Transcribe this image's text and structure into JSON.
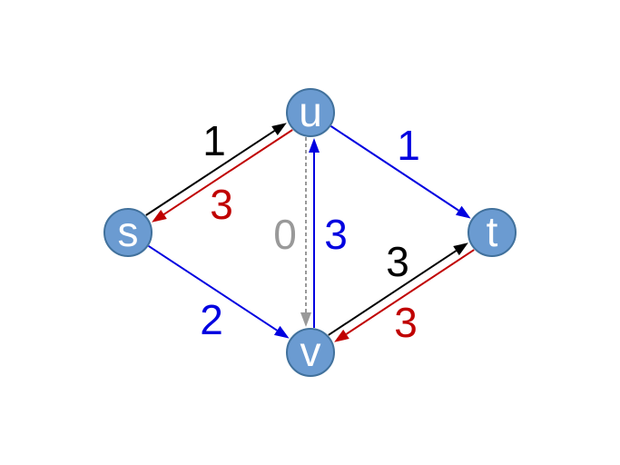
{
  "colors": {
    "node_fill": "#6b9bd1",
    "node_stroke": "#41719c",
    "black": "#000000",
    "red": "#c00000",
    "blue": "#0000e0",
    "gray": "#999999"
  },
  "nodes": [
    {
      "id": "s",
      "label": "s"
    },
    {
      "id": "u",
      "label": "u"
    },
    {
      "id": "v",
      "label": "v"
    },
    {
      "id": "t",
      "label": "t"
    }
  ],
  "edges": [
    {
      "from": "s",
      "to": "u",
      "label": "1",
      "color": "black",
      "dashed": false
    },
    {
      "from": "u",
      "to": "s",
      "label": "3",
      "color": "red",
      "dashed": false
    },
    {
      "from": "u",
      "to": "t",
      "label": "1",
      "color": "blue",
      "dashed": false
    },
    {
      "from": "s",
      "to": "v",
      "label": "2",
      "color": "blue",
      "dashed": false
    },
    {
      "from": "u",
      "to": "v",
      "label": "0",
      "color": "gray",
      "dashed": true
    },
    {
      "from": "v",
      "to": "u",
      "label": "3",
      "color": "blue",
      "dashed": false
    },
    {
      "from": "v",
      "to": "t",
      "label": "3",
      "color": "black",
      "dashed": false
    },
    {
      "from": "t",
      "to": "v",
      "label": "3",
      "color": "red",
      "dashed": false
    }
  ]
}
